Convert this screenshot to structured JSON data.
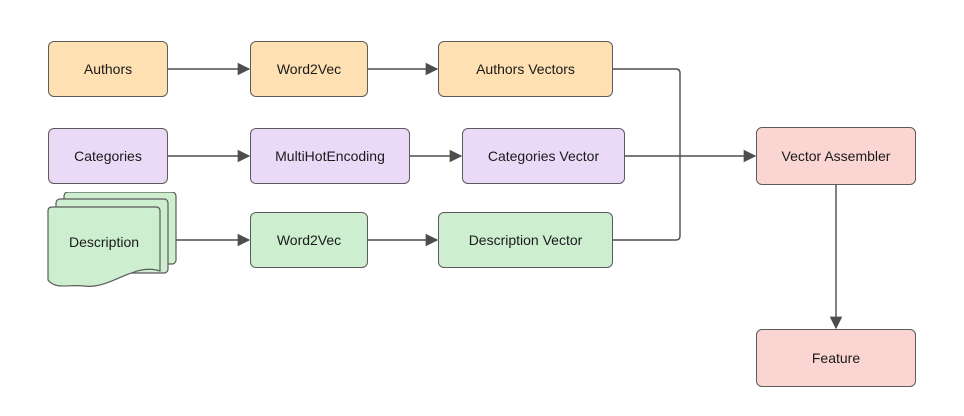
{
  "diagram": {
    "nodes": [
      {
        "id": "authors",
        "label": "Authors",
        "color": "#FFE0B2"
      },
      {
        "id": "word2vec-authors",
        "label": "Word2Vec",
        "color": "#FFE0B2"
      },
      {
        "id": "authors-vectors",
        "label": "Authors Vectors",
        "color": "#FFE0B2"
      },
      {
        "id": "categories",
        "label": "Categories",
        "color": "#EADAF8"
      },
      {
        "id": "multihotencoding",
        "label": "MultiHotEncoding",
        "color": "#EADAF8"
      },
      {
        "id": "categories-vector",
        "label": "Categories Vector",
        "color": "#EADAF8"
      },
      {
        "id": "description",
        "label": "Description",
        "color": "#CDEFD0",
        "shape": "document-stack"
      },
      {
        "id": "word2vec-description",
        "label": "Word2Vec",
        "color": "#CDEFD0"
      },
      {
        "id": "description-vector",
        "label": "Description Vector",
        "color": "#CDEFD0"
      },
      {
        "id": "vector-assembler",
        "label": "Vector Assembler",
        "color": "#FBD5D2"
      },
      {
        "id": "feature",
        "label": "Feature",
        "color": "#FBD5D2"
      }
    ],
    "edges": [
      {
        "from": "authors",
        "to": "word2vec-authors"
      },
      {
        "from": "word2vec-authors",
        "to": "authors-vectors"
      },
      {
        "from": "categories",
        "to": "multihotencoding"
      },
      {
        "from": "multihotencoding",
        "to": "categories-vector"
      },
      {
        "from": "description",
        "to": "word2vec-description"
      },
      {
        "from": "word2vec-description",
        "to": "description-vector"
      },
      {
        "from": "authors-vectors",
        "to": "vector-assembler"
      },
      {
        "from": "categories-vector",
        "to": "vector-assembler"
      },
      {
        "from": "description-vector",
        "to": "vector-assembler"
      },
      {
        "from": "vector-assembler",
        "to": "feature"
      }
    ],
    "colors": {
      "background": "#ffffff",
      "node_border": "#5b5b5b",
      "arrow": "#4d4d4d",
      "orange_fill": "#FFE0B2",
      "purple_fill": "#EADAF8",
      "green_fill": "#CDEFD0",
      "pink_fill": "#FBD5D2"
    }
  }
}
